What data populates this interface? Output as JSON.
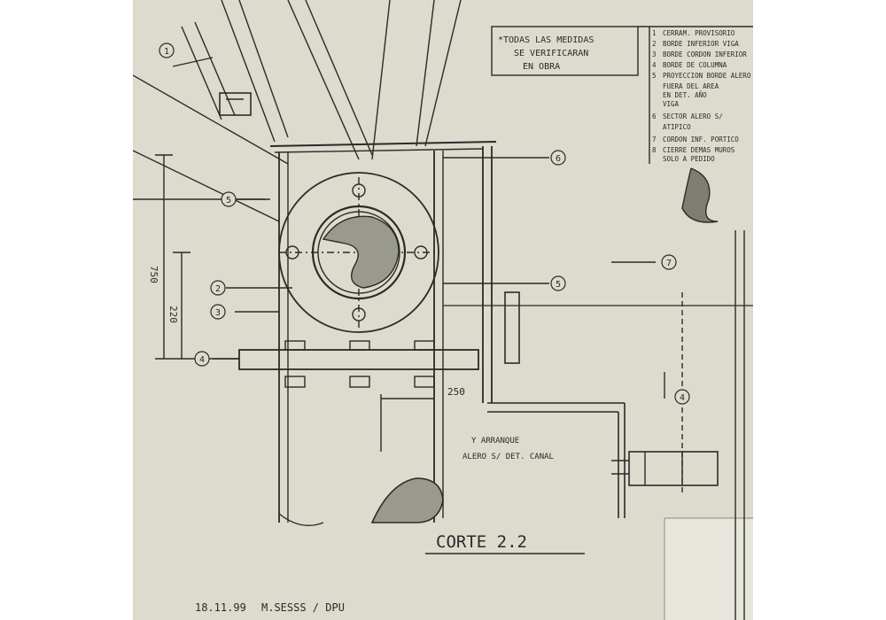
{
  "note": {
    "lines": [
      "*TODAS LAS MEDIDAS",
      "SE VERIFICARAN",
      "EN OBRA"
    ]
  },
  "legend": {
    "items": [
      {
        "num": "1",
        "text": "CERRAM. PROVISORIO"
      },
      {
        "num": "2",
        "text": "BORDE INFERIOR VIGA"
      },
      {
        "num": "3",
        "text": "BORDE CORDON INFERIOR"
      },
      {
        "num": "4",
        "text": "BORDE DE COLUMNA"
      },
      {
        "num": "5",
        "text": "PROYECCION BORDE ALERO"
      },
      {
        "num": "",
        "text": "FUERA DEL AREA"
      },
      {
        "num": "",
        "text": "EN DET. AÑO"
      },
      {
        "num": "",
        "text": "VIGA"
      },
      {
        "num": "6",
        "text": "SECTOR ALERO S/"
      },
      {
        "num": "",
        "text": "ATIPICO"
      },
      {
        "num": "7",
        "text": "CORDON INF. PORTICO"
      },
      {
        "num": "8",
        "text": "CIERRE DEMAS MUROS"
      },
      {
        "num": "",
        "text": "SOLO A PEDIDO"
      }
    ]
  },
  "callouts": [
    "1",
    "5",
    "2",
    "3",
    "4",
    "6",
    "7",
    "5",
    "4"
  ],
  "dimensions": {
    "d1": "750",
    "d2": "220",
    "d3": "250"
  },
  "annotation": {
    "line1": "Y ARRANQUE",
    "line2": "ALERO S/ DET. CANAL"
  },
  "section_title": "CORTE 2.2",
  "footer": {
    "date": "18.11.99",
    "initials": "M.SESSS / DPU"
  },
  "colors": {
    "paper": "#dcdbcd",
    "ink": "#2a2a2a"
  }
}
